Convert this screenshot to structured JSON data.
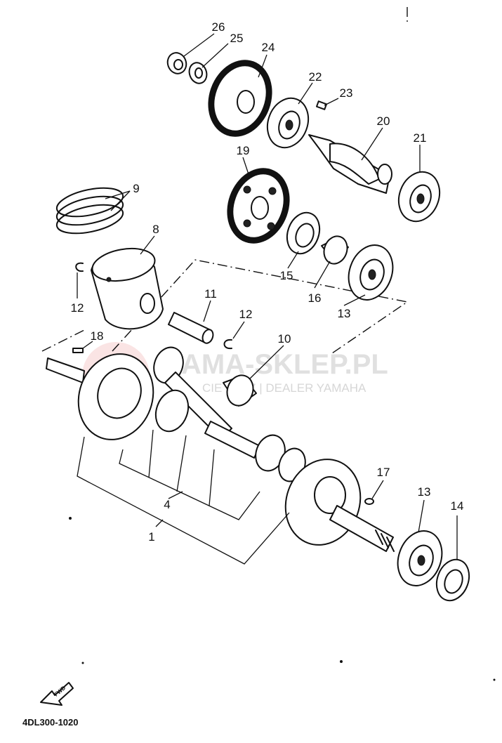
{
  "watermark": {
    "main_text": "AMA-SKLEP.PL",
    "sub_text": "CIE   WICZ | DEALER YAMAHA"
  },
  "diagram_code": "4DL300-1020",
  "fwd_icon_text": "FWD",
  "labels": {
    "p1": "1",
    "p4": "4",
    "p8": "8",
    "p9": "9",
    "p10": "10",
    "p11": "11",
    "p12a": "12",
    "p12b": "12",
    "p13a": "13",
    "p13b": "13",
    "p14": "14",
    "p15": "15",
    "p16": "16",
    "p17": "17",
    "p18": "18",
    "p19": "19",
    "p20": "20",
    "p21": "21",
    "p22": "22",
    "p23": "23",
    "p24": "24",
    "p25": "25",
    "p26": "26"
  }
}
